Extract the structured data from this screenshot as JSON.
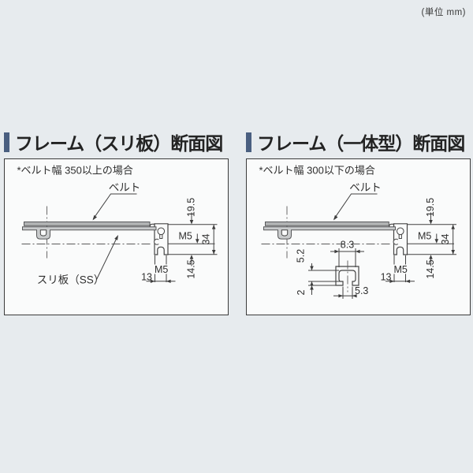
{
  "unit_label": "(単位 mm)",
  "colors": {
    "background": "#e7ebee",
    "panel_background": "#fafbfb",
    "accent_bar": "#4a5f80",
    "drawing_line": "#414141",
    "belt_fill": "#b2b4b5",
    "plate_fill": "#c9cbcc",
    "text": "#2e2e2e"
  },
  "panels": [
    {
      "title": "フレーム（スリ板）断面図",
      "note": "*ベルト幅 350以上の場合",
      "labels": {
        "belt": "ベルト",
        "plate": "スリ板（SS）"
      },
      "dims": {
        "height_top": "19.5",
        "tap_top": "M5",
        "frame_height": "34",
        "height_bottom": "14.5",
        "tap_bottom": "M5",
        "width_bottom": "13"
      }
    },
    {
      "title": "フレーム（一体型）断面図",
      "note": "*ベルト幅 300以下の場合",
      "labels": {
        "belt": "ベルト"
      },
      "dims": {
        "height_top": "19.5",
        "tap_top": "M5",
        "frame_height": "34",
        "height_bottom": "14.5",
        "tap_bottom": "M5",
        "width_bottom": "13"
      },
      "detail_dims": {
        "slot_inner_width": "8.3",
        "slot_depth": "5.2",
        "lip_thickness": "2",
        "slot_mouth_width": "5.3"
      }
    }
  ]
}
